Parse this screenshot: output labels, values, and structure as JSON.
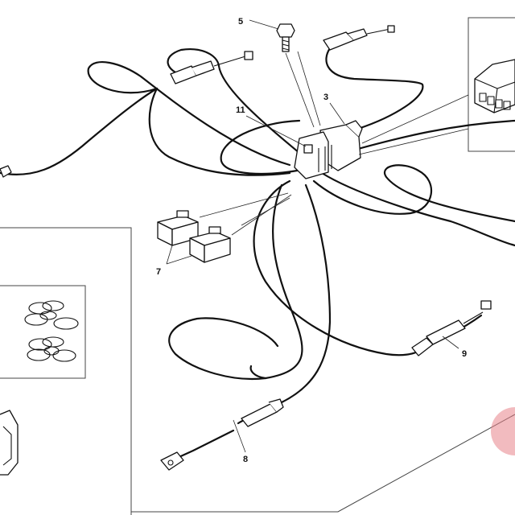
{
  "diagram": {
    "callouts": [
      {
        "id": "5",
        "label": "5"
      },
      {
        "id": "3",
        "label": "3"
      },
      {
        "id": "11",
        "label": "11"
      },
      {
        "id": "7",
        "label": "7"
      },
      {
        "id": "9",
        "label": "9"
      },
      {
        "id": "8",
        "label": "8"
      }
    ],
    "colors": {
      "line": "#111111",
      "background": "#ffffff",
      "hotspot": "#e8848a"
    }
  }
}
